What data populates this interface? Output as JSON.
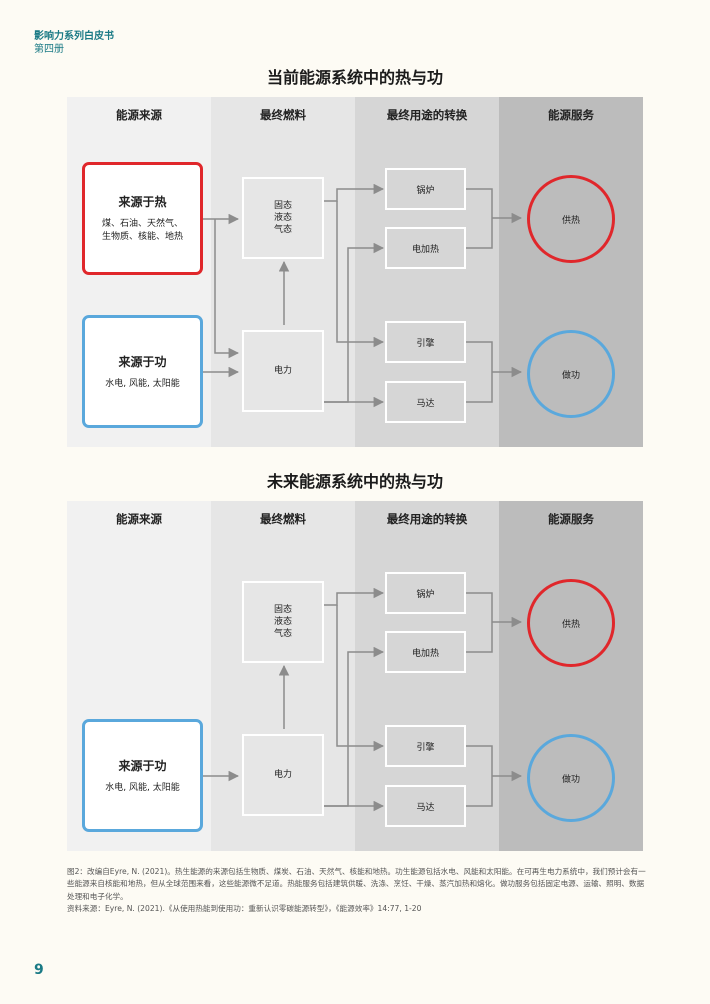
{
  "header": {
    "line1": "影响力系列白皮书",
    "line2": "第四册"
  },
  "columns": [
    "能源来源",
    "最终燃料",
    "最终用途的转换",
    "能源服务"
  ],
  "colors": {
    "col1_bg": "#f1f1f1",
    "col2_bg": "#e6e6e6",
    "col3_bg": "#d6d6d6",
    "col4_bg": "#bcbcbc",
    "heat_accent": "#e0272b",
    "work_accent": "#5aa8dc",
    "arrow": "#8c8c8c",
    "page_accent": "#1a7a85"
  },
  "current": {
    "title": "当前能源系统中的热与功",
    "source_heat": {
      "title": "来源于热",
      "subtitle": "煤、石油、天然气、\n生物质、核能、地热"
    },
    "source_work": {
      "title": "来源于功",
      "subtitle": "水电, 风能, 太阳能"
    },
    "fuel_states": "固态\n液态\n气态",
    "fuel_power": "电力",
    "conversions": [
      "锅炉",
      "电加热",
      "引擎",
      "马达"
    ],
    "services": [
      "供热",
      "做功"
    ]
  },
  "future": {
    "title": "未来能源系统中的热与功",
    "source_work": {
      "title": "来源于功",
      "subtitle": "水电, 风能, 太阳能"
    },
    "fuel_states": "固态\n液态\n气态",
    "fuel_power": "电力",
    "conversions": [
      "锅炉",
      "电加热",
      "引擎",
      "马达"
    ],
    "services": [
      "供热",
      "做功"
    ]
  },
  "caption": {
    "line1": "图2：改编自Eyre, N. (2021)。热生能源的来源包括生物质、煤炭、石油、天然气、核能和地热。功生能源包括水电、风能和太阳能。在可再生电力系统中，我们预计会有一些能源来自核能和地热，但从全球范围来看，这些能源微不足道。热能服务包括建筑供暖、洗涤、烹饪、干燥、蒸汽加热和熔化。做功服务包括固定电源、运输、照明、数据处理和电子化学。",
    "line2": "资料来源：Eyre, N. (2021).《从使用热能到使用功：重新认识零碳能源转型》，《能源效率》14:77, 1-20"
  },
  "page_number": "9"
}
